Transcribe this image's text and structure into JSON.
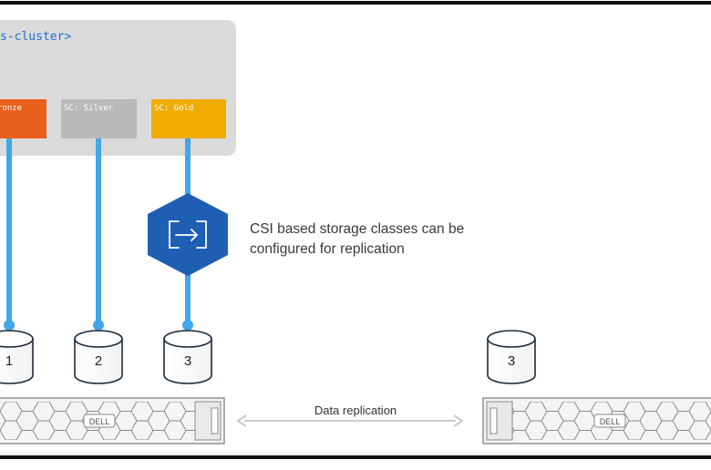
{
  "cluster": {
    "label": "s-cluster>"
  },
  "storage_classes": [
    {
      "label": "ronze",
      "color": "#e8601c"
    },
    {
      "label": "SC: Silver",
      "color": "#b9b9b9"
    },
    {
      "label": "SC:  Gold",
      "color": "#f0ac00"
    }
  ],
  "replication_icon": {
    "name": "replication-arrow-icon",
    "color": "#1e5fb4"
  },
  "callout": {
    "line1": "CSI based storage classes can be",
    "line2": "configured for replication"
  },
  "volumes": [
    "1",
    "2",
    "3"
  ],
  "remote_volume": "3",
  "replication": {
    "label": "Data replication"
  },
  "arrays": [
    {
      "brand": "DELL"
    },
    {
      "brand": "DELL"
    }
  ],
  "colors": {
    "link": "#41a6ea",
    "cluster_bg": "#dadada",
    "border": "#111111"
  }
}
